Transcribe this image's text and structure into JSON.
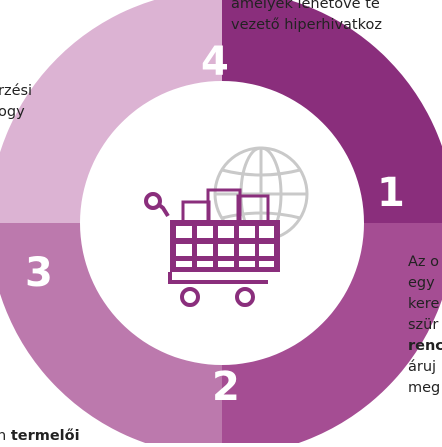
{
  "colors": {
    "segment_1": "#8a2e7c",
    "segment_2": "#a54d93",
    "segment_3": "#bc79ad",
    "segment_4": "#dcb3d3",
    "cart": "#8a2e7c",
    "globe": "#c9c9c9",
    "number_text": "#ffffff"
  },
  "segments": [
    {
      "number": "1"
    },
    {
      "number": "2"
    },
    {
      "number": "3"
    },
    {
      "number": "4"
    }
  ],
  "icons": {
    "center": "shopping-cart-icon",
    "background": "globe-icon"
  },
  "texts": {
    "top_right_line1": "amelyek lehetővé te",
    "top_right_line2": "vezető hiperhivatkoz",
    "left_top_line1": "rzési",
    "left_top_line2": "ogy",
    "right_line1": "Az o",
    "right_line2": "egy",
    "right_line3": "kere",
    "right_line4": "szür",
    "right_line5_bold": "renc",
    "right_line6": "áruj",
    "right_line7": "meg",
    "bottom_left_prefix": "n ",
    "bottom_left_bold": "termelői"
  }
}
